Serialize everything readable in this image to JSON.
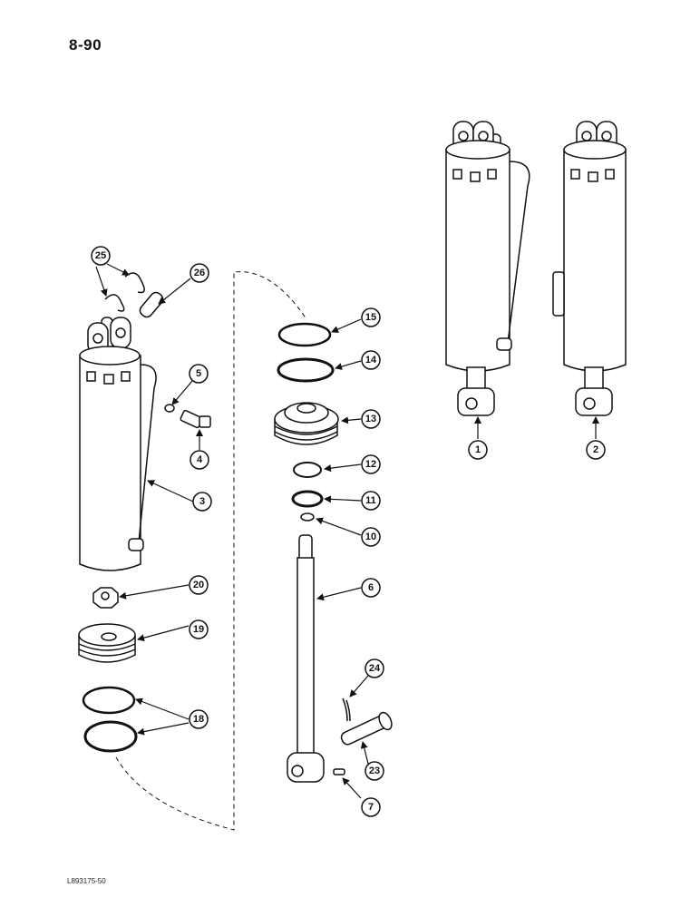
{
  "page_number": "8-90",
  "drawing_code": "L893175-50",
  "callouts": [
    "1",
    "2",
    "3",
    "4",
    "5",
    "6",
    "7",
    "10",
    "11",
    "12",
    "13",
    "14",
    "15",
    "18",
    "19",
    "20",
    "23",
    "24",
    "25",
    "26"
  ]
}
